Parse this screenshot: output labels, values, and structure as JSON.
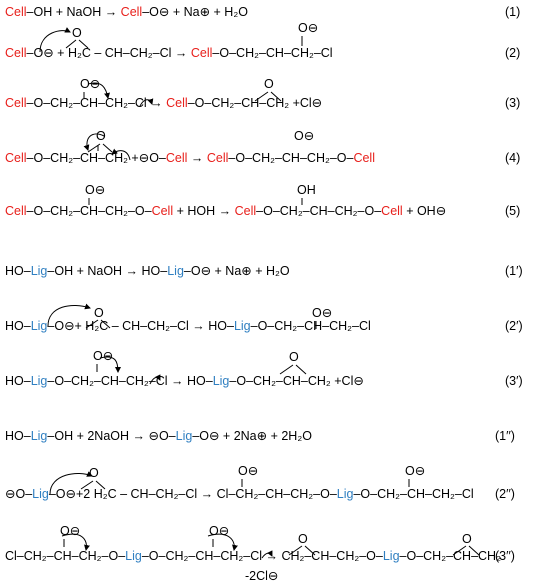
{
  "colors": {
    "cell": "#e8201c",
    "lig": "#2f7fc1",
    "text": "#000000"
  },
  "equations": [
    {
      "id": "1",
      "number": "(1)",
      "spans": [
        {
          "t": "Cell",
          "c": "cell"
        },
        {
          "t": "–OH + NaOH → "
        },
        {
          "t": "Cell",
          "c": "cell"
        },
        {
          "t": "–O⊖ + Na⊕ + H₂O"
        }
      ]
    },
    {
      "id": "2",
      "number": "(2)",
      "spans": [
        {
          "t": "Cell",
          "c": "cell"
        },
        {
          "t": "–O⊖ + H₂C – CH–CH₂–Cl → "
        },
        {
          "t": "Cell",
          "c": "cell"
        },
        {
          "t": "–O–CH₂–CH–CH₂–Cl"
        }
      ]
    },
    {
      "id": "3",
      "number": "(3)",
      "spans": [
        {
          "t": "Cell",
          "c": "cell"
        },
        {
          "t": "–O–CH₂–CH–CH₂–Cl → "
        },
        {
          "t": "Cell",
          "c": "cell"
        },
        {
          "t": "–O–CH₂–CH–CH₂  +Cl⊖"
        }
      ]
    },
    {
      "id": "4",
      "number": "(4)",
      "spans": [
        {
          "t": "Cell",
          "c": "cell"
        },
        {
          "t": "–O–CH₂–CH–CH₂ +⊖O–"
        },
        {
          "t": "Cell",
          "c": "cell"
        },
        {
          "t": " → "
        },
        {
          "t": "Cell",
          "c": "cell"
        },
        {
          "t": "–O–CH₂–CH–CH₂–O–"
        },
        {
          "t": "Cell",
          "c": "cell"
        }
      ]
    },
    {
      "id": "5",
      "number": "(5)",
      "spans": [
        {
          "t": "Cell",
          "c": "cell"
        },
        {
          "t": "–O–CH₂–CH–CH₂–O–"
        },
        {
          "t": "Cell",
          "c": "cell"
        },
        {
          "t": " + HOH → "
        },
        {
          "t": "Cell",
          "c": "cell"
        },
        {
          "t": "–O–CH₂–CH–CH₂–O–"
        },
        {
          "t": "Cell",
          "c": "cell"
        },
        {
          "t": "   + OH⊖"
        }
      ]
    },
    {
      "id": "1p",
      "number": "(1′)",
      "spans": [
        {
          "t": "HO–"
        },
        {
          "t": "Lig",
          "c": "lig"
        },
        {
          "t": "–OH + NaOH → HO–"
        },
        {
          "t": "Lig",
          "c": "lig"
        },
        {
          "t": "–O⊖ + Na⊕ + H₂O"
        }
      ]
    },
    {
      "id": "2p",
      "number": "(2′)",
      "spans": [
        {
          "t": "HO–"
        },
        {
          "t": "Lig",
          "c": "lig"
        },
        {
          "t": "–O⊖+ H₂C – CH–CH₂–Cl → HO–"
        },
        {
          "t": "Lig",
          "c": "lig"
        },
        {
          "t": "–O–CH₂–CH–CH₂–Cl"
        }
      ]
    },
    {
      "id": "3p",
      "number": "(3′)",
      "spans": [
        {
          "t": "HO–"
        },
        {
          "t": "Lig",
          "c": "lig"
        },
        {
          "t": "–O–CH₂–CH–CH₂–Cl → HO–"
        },
        {
          "t": "Lig",
          "c": "lig"
        },
        {
          "t": "–O–CH₂–CH–CH₂  +Cl⊖"
        }
      ]
    },
    {
      "id": "1pp",
      "number": "(1′′)",
      "spans": [
        {
          "t": "HO–"
        },
        {
          "t": "Lig",
          "c": "lig"
        },
        {
          "t": "–OH + 2NaOH → ⊖O–"
        },
        {
          "t": "Lig",
          "c": "lig"
        },
        {
          "t": "–O⊖ + 2Na⊕ + 2H₂O"
        }
      ]
    },
    {
      "id": "2pp",
      "number": "(2′′)",
      "spans": [
        {
          "t": "⊖O–"
        },
        {
          "t": "Lig",
          "c": "lig"
        },
        {
          "t": "–O⊖+2 H₂C – CH–CH₂–Cl → Cl–CH₂–CH–CH₂–O–"
        },
        {
          "t": "Lig",
          "c": "lig"
        },
        {
          "t": "–O–CH₂–CH–CH₂–Cl"
        }
      ]
    },
    {
      "id": "3pp",
      "number": "(3′′)",
      "spans": [
        {
          "t": "Cl–CH₂–CH–CH₂–O–"
        },
        {
          "t": "Lig",
          "c": "lig"
        },
        {
          "t": "–O–CH₂–CH–CH₂–Cl → CH₂–CH–CH₂–O–"
        },
        {
          "t": "Lig",
          "c": "lig"
        },
        {
          "t": "–O–CH₂–CH–CH₂"
        }
      ]
    }
  ],
  "side_labels": [
    {
      "id": "o-minus",
      "t": "O⊖"
    },
    {
      "id": "o",
      "t": "O"
    },
    {
      "id": "oh",
      "t": "OH"
    },
    {
      "id": "minus-2cl",
      "t": "-2Cl⊖"
    }
  ]
}
